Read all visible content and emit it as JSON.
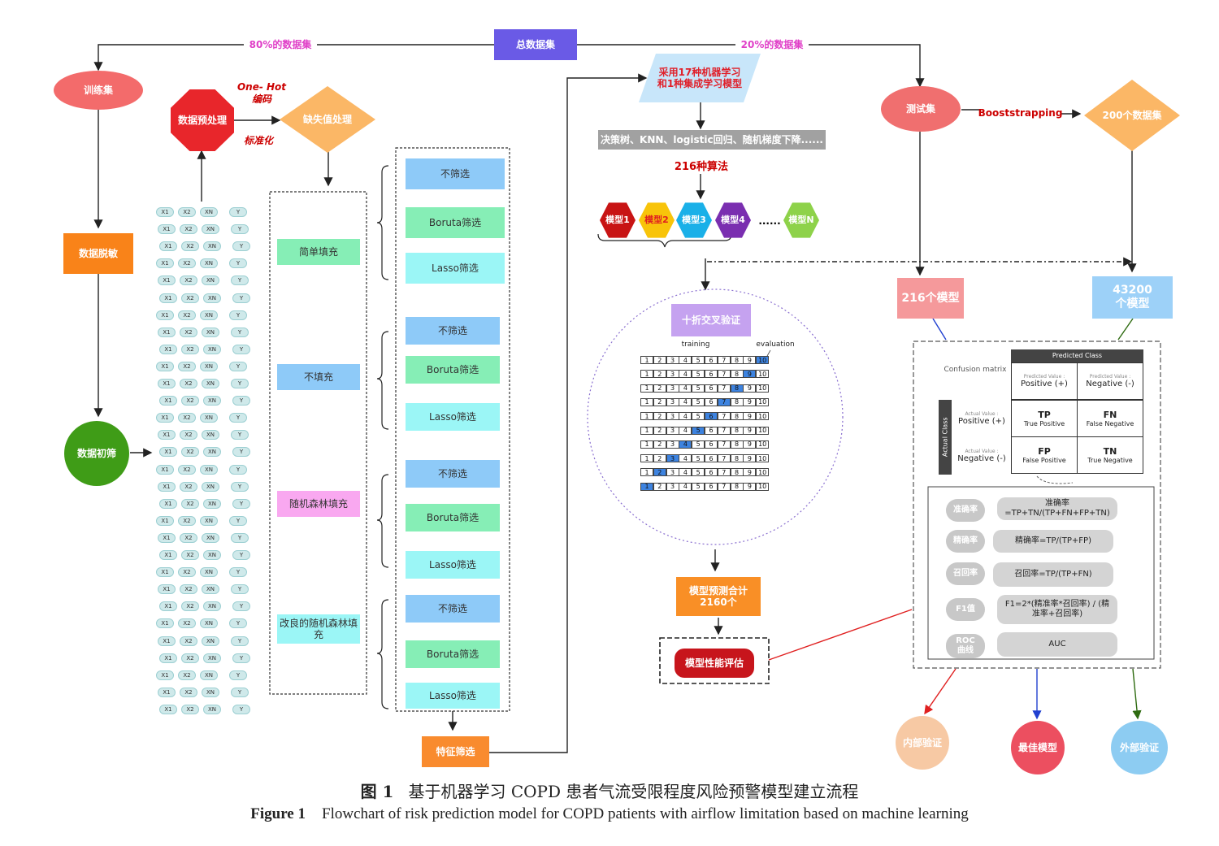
{
  "nodes": {
    "total": "总数据集",
    "split80": "80%的数据集",
    "split20": "20%的数据集",
    "train": "训练集",
    "preprocess": "数据预处理",
    "onehot_line1": "One- Hot",
    "onehot_line2": "编码",
    "standardize": "标准化",
    "missing": "缺失值处理",
    "desensitize": "数据脱敏",
    "initial_screen": "数据初筛",
    "fill_simple": "简单填充",
    "fill_none": "不填充",
    "fill_rf": "随机森林填充",
    "fill_rf_improved": "改良的随机森林填充",
    "opt_none": "不筛选",
    "opt_boruta": "Boruta筛选",
    "opt_lasso": "Lasso筛选",
    "feature_select": "特征筛选",
    "ml17": "采用17种机器学习和1种集成学习模型",
    "algos": "决策树、KNN、logistic回归、随机梯度下降......",
    "algo216": "216种算法",
    "m1": "模型1",
    "m2": "模型2",
    "m3": "模型3",
    "m4": "模型4",
    "mdots": "......",
    "mN": "模型N",
    "cv": "十折交叉验证",
    "cv_training": "training",
    "cv_evaluation": "evaluation",
    "pred": "模型预测合计2160个",
    "perf": "模型性能评估",
    "test": "测试集",
    "bootstrap": "Booststrapping",
    "ds200": "200个数据集",
    "m216": "216个模型",
    "m43200": "43200个模型",
    "internal": "内部验证",
    "best": "最佳模型",
    "external": "外部验证"
  },
  "features": {
    "x1": "X1",
    "x2": "X2",
    "xn": "XN",
    "y": "Y"
  },
  "cv_cells": [
    "1",
    "2",
    "3",
    "4",
    "5",
    "6",
    "7",
    "8",
    "9",
    "10"
  ],
  "confusion": {
    "title": "Confusion matrix",
    "predicted_class": "Predicted Class",
    "actual_class": "Actual Class",
    "pred_value": "Predicted Value :",
    "actual_value": "Actual Value :",
    "positive": "Positive (+)",
    "negative": "Negative (-)",
    "tp": "TP",
    "tp_full": "True Positive",
    "fn": "FN",
    "fn_full": "False Negative",
    "fp": "FP",
    "fp_full": "False Positive",
    "tn": "TN",
    "tn_full": "True Negative"
  },
  "metrics": [
    {
      "label": "准确率",
      "formula": "准确率=TP+TN/(TP+FN+FP+TN)"
    },
    {
      "label": "精确率",
      "formula": "精确率=TP/(TP+FP)"
    },
    {
      "label": "召回率",
      "formula": "召回率=TP/(TP+FN)"
    },
    {
      "label": "F1值",
      "formula": "F1=2*(精准率*召回率) / (精准率+召回率)"
    },
    {
      "label": "ROC曲线",
      "formula": "AUC"
    }
  ],
  "caption": {
    "cn_label": "图 1",
    "cn_text": "基于机器学习 COPD 患者气流受限程度风险预警模型建立流程",
    "en_label": "Figure 1",
    "en_text": "Flowchart of risk prediction model for COPD patients with airflow limitation based on machine learning"
  },
  "colors": {
    "total": "#6a5ae6",
    "train": "#f36b6b",
    "preprocess": "#e8262b",
    "missing": "#fbb766",
    "desensitize": "#f98319",
    "initial_screen": "#3f9c17",
    "opt_none": "#8ecaf8",
    "opt_boruta": "#86eeb6",
    "opt_lasso": "#9bf6f6",
    "feature_select": "#f98b2e",
    "ml17": "#c8e6fa",
    "algos": "#a1a1a1",
    "cv": "#c5a2f0",
    "pred": "#f98f26",
    "perf": "#c7151c",
    "test": "#f06f6f",
    "ds200": "#fbb766",
    "m216": "#f5999b",
    "m43200": "#9dd1f8",
    "internal": "#f7c9a4",
    "best": "#ec4f60",
    "external": "#8dccf2",
    "magenta": "#e040c8",
    "red_arrow": "#e02020",
    "blue_arrow": "#2040d0",
    "green_arrow": "#2e6b10"
  }
}
